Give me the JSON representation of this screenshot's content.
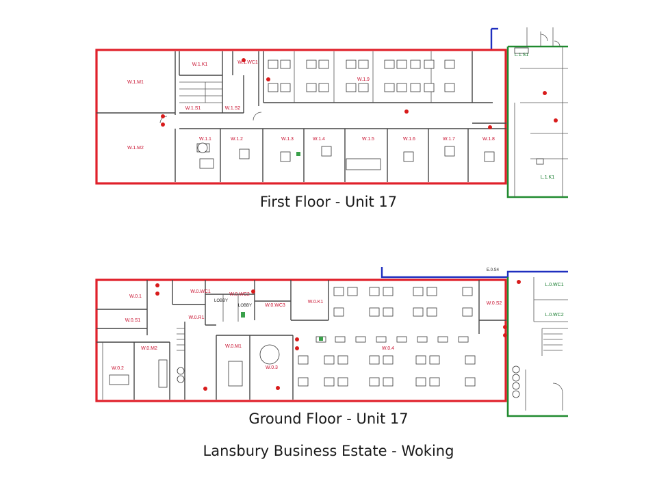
{
  "captions": {
    "first_floor": "First Floor - Unit 17",
    "ground_floor": "Ground Floor - Unit 17",
    "site": "Lansbury Business Estate - Woking"
  },
  "colors": {
    "unit_outline": "#e0202a",
    "adjacent_unit_outline": "#1f8a2e",
    "corridor_line": "#1f2fbf",
    "room_label": "#c8102e",
    "safety_marker": "#d81b1b"
  },
  "first_floor": {
    "rooms": {
      "m1": "W.1.M1",
      "m2": "W.1.M2",
      "k1": "W.1.K1",
      "wc1": "W.1.WC1",
      "s1": "W.1.S1",
      "s2": "W.1.S2",
      "r9": "W.1.9",
      "r1": "W.1.1",
      "r2": "W.1.2",
      "r3": "W.1.3",
      "r4": "W.1.4",
      "r5": "W.1.5",
      "r6": "W.1.6",
      "r7": "W.1.7",
      "r8": "W.1.8"
    },
    "adjacent": {
      "s1": "L.1.S1",
      "k1": "L.1.K1"
    }
  },
  "ground_floor": {
    "rooms": {
      "r1": "W.0.1",
      "s1": "W.0.S1",
      "r2": "W.0.2",
      "m2": "W.0.M2",
      "wc1": "W.0.WC1",
      "r1b": "W.0.R1",
      "wc2": "W.0.WC2",
      "wc3": "W.0.WC3",
      "m1": "W.0.M1",
      "r3": "W.0.3",
      "k1": "W.0.K1",
      "r4": "W.0.4",
      "s2": "W.0.S2",
      "lobby1": "LOBBY",
      "lobby2": "LOBBY"
    },
    "adjacent": {
      "wc1": "L.0.WC1",
      "wc2": "L.0.WC2",
      "s4": "E.0.S4"
    }
  }
}
